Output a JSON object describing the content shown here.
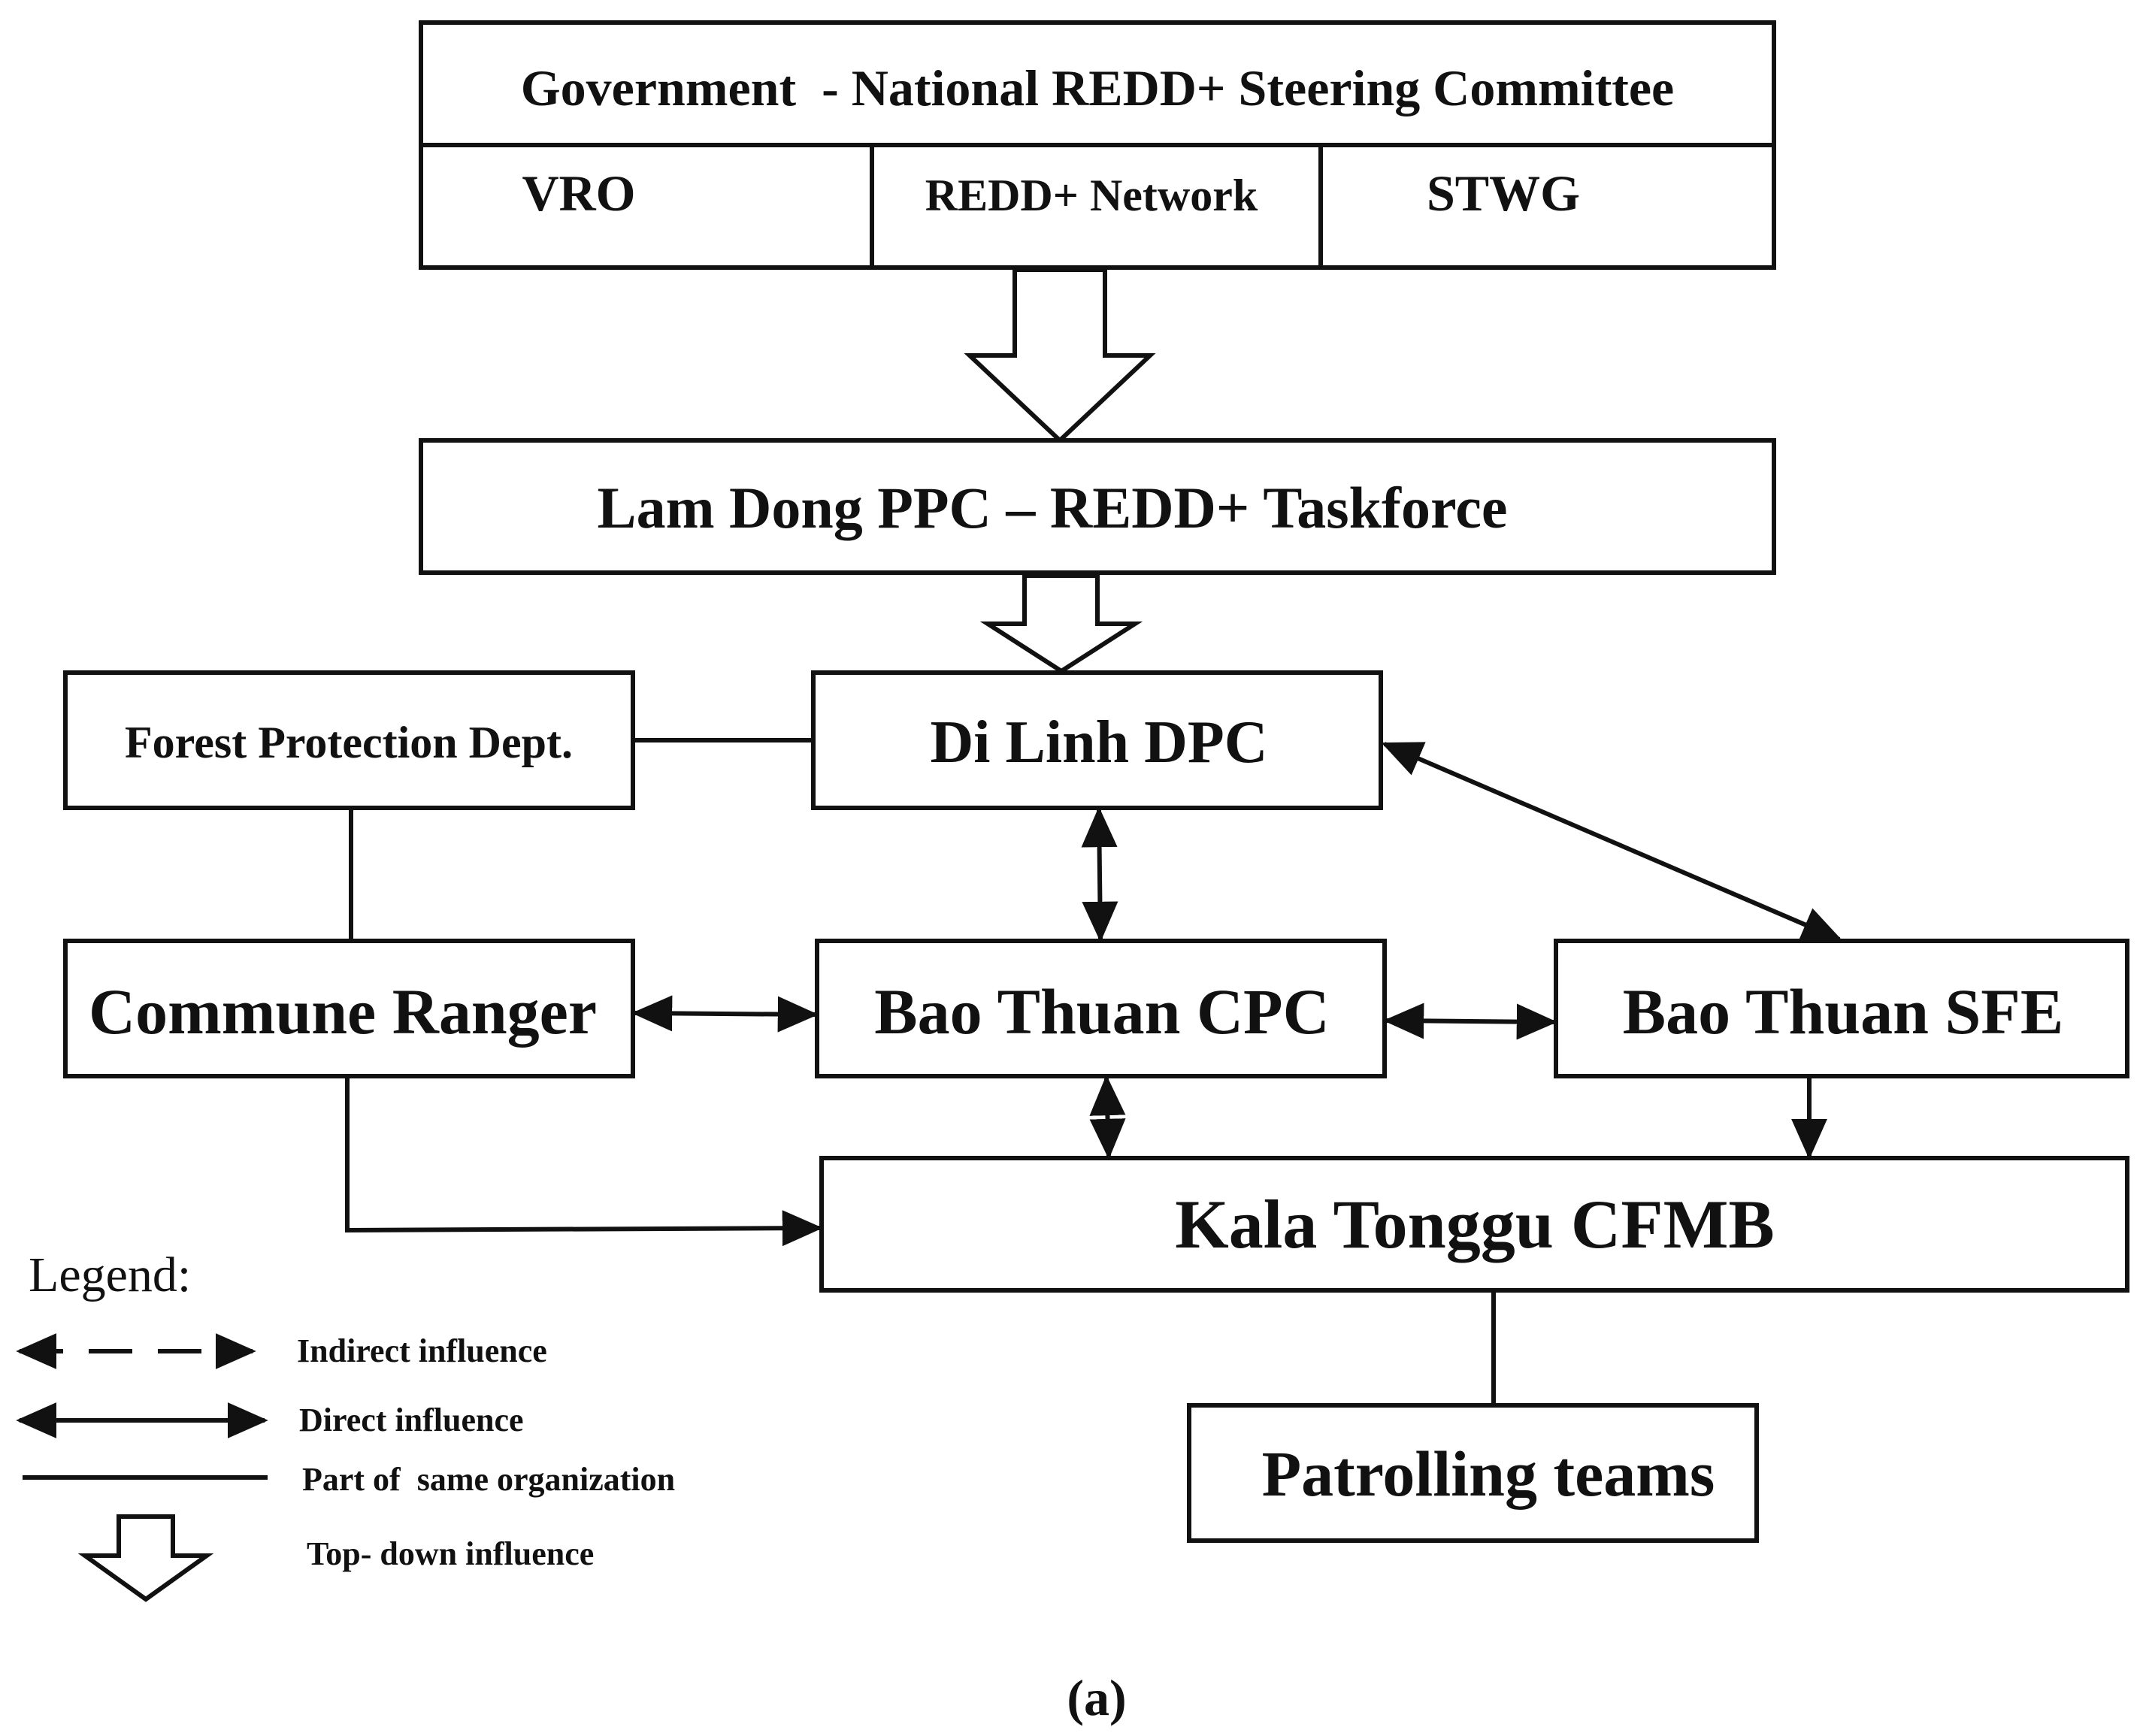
{
  "colors": {
    "ink": "#111111",
    "background": "#ffffff"
  },
  "nodes": {
    "government": {
      "title": "Government  - National REDD+ Steering Committee",
      "cells": [
        "VRO",
        "REDD+ Network",
        "STWG"
      ]
    },
    "lam_dong": "Lam Dong PPC – REDD+ Taskforce",
    "di_linh": "Di Linh DPC",
    "forest_protection": "Forest Protection Dept.",
    "commune_ranger": "Commune Ranger",
    "bao_thuan_cpc": "Bao Thuan CPC",
    "bao_thuan_sfe": "Bao Thuan SFE",
    "kala_tonggu": "Kala Tonggu CFMB",
    "patrolling": "Patrolling teams"
  },
  "edges": [
    {
      "from": "government",
      "to": "lam_dong",
      "type": "top-down"
    },
    {
      "from": "lam_dong",
      "to": "di_linh",
      "type": "top-down"
    },
    {
      "from": "forest_protection",
      "to": "di_linh",
      "type": "same-organization"
    },
    {
      "from": "forest_protection",
      "to": "commune_ranger",
      "type": "same-organization"
    },
    {
      "from": "di_linh",
      "to": "bao_thuan_cpc",
      "type": "direct",
      "bidirectional": true
    },
    {
      "from": "di_linh",
      "to": "bao_thuan_sfe",
      "type": "direct",
      "bidirectional": true
    },
    {
      "from": "commune_ranger",
      "to": "bao_thuan_cpc",
      "type": "direct",
      "bidirectional": true
    },
    {
      "from": "bao_thuan_cpc",
      "to": "bao_thuan_sfe",
      "type": "direct",
      "bidirectional": true
    },
    {
      "from": "bao_thuan_cpc",
      "to": "kala_tonggu",
      "type": "direct",
      "bidirectional": true
    },
    {
      "from": "bao_thuan_sfe",
      "to": "kala_tonggu",
      "type": "direct",
      "bidirectional": false
    },
    {
      "from": "commune_ranger",
      "to": "kala_tonggu",
      "type": "direct",
      "bidirectional": false
    },
    {
      "from": "kala_tonggu",
      "to": "patrolling",
      "type": "same-organization"
    }
  ],
  "legend": {
    "title": "Legend:",
    "items": [
      {
        "icon": "dashed-double-arrow",
        "label": "Indirect influence"
      },
      {
        "icon": "solid-double-arrow",
        "label": "Direct influence"
      },
      {
        "icon": "solid-line",
        "label": "Part of  same organization"
      },
      {
        "icon": "hollow-down-arrow",
        "label": "Top- down influence"
      }
    ]
  },
  "caption": "(a)"
}
